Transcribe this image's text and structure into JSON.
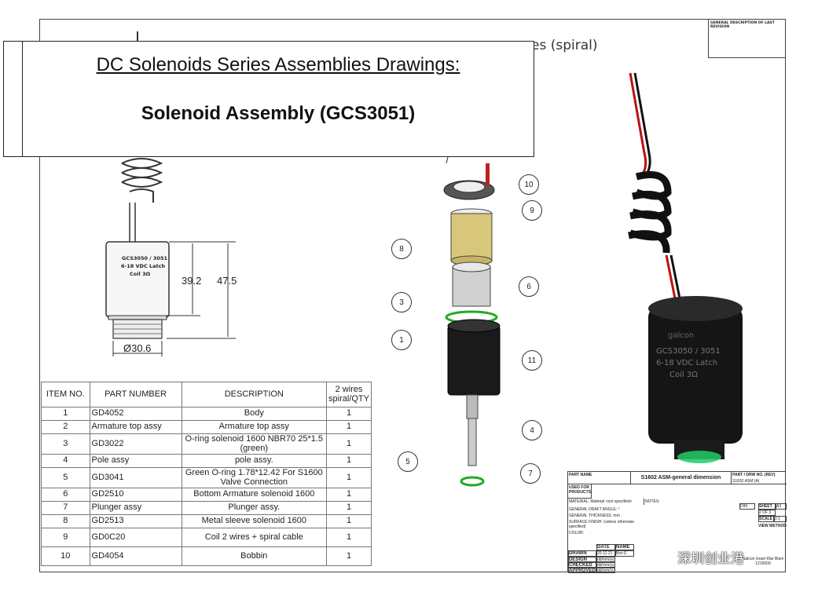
{
  "banner": {
    "line1": "DC Solenoids Series Assemblies Drawings:",
    "line2": "Solenoid Assembly (GCS3051)"
  },
  "drawing_title_partial": "es (spiral)",
  "revision_box": "GENERAL DESCRIPTION OF LAST REVISION",
  "dimensions": {
    "h1": "39.2",
    "h2": "47.5",
    "dia": "Ø30.6"
  },
  "label_lines": [
    "GCS3050 / 3051",
    "6-18 VDC Latch",
    "Coil 3Ω"
  ],
  "bom": {
    "headers": [
      "ITEM NO.",
      "PART NUMBER",
      "DESCRIPTION",
      "2 wires spiral/QTY"
    ],
    "rows": [
      {
        "item": "1",
        "pn": "GD4052",
        "desc": "Body",
        "qty": "1"
      },
      {
        "item": "2",
        "pn": "Armature top assy",
        "desc": "Armature top assy",
        "qty": "1"
      },
      {
        "item": "3",
        "pn": "GD3022",
        "desc": "O-ring solenoid 1600 NBR70 25*1.5 (green)",
        "qty": "1"
      },
      {
        "item": "4",
        "pn": "Pole assy",
        "desc": "pole assy.",
        "qty": "1"
      },
      {
        "item": "5",
        "pn": "GD3041",
        "desc": "Green O-ring 1.78*12.42 For S1600 Valve Connection",
        "qty": "1"
      },
      {
        "item": "6",
        "pn": "GD2510",
        "desc": "Bottom Armature solenoid 1600",
        "qty": "1"
      },
      {
        "item": "7",
        "pn": "Plunger assy",
        "desc": "Plunger assy.",
        "qty": "1"
      },
      {
        "item": "8",
        "pn": "GD2513",
        "desc": "Metal sleeve solenoid 1600",
        "qty": "1"
      },
      {
        "item": "9",
        "pn": "GD0C20",
        "desc": "Coil 2 wires + spiral cable",
        "qty": "1"
      },
      {
        "item": "10",
        "pn": "GD4054",
        "desc": "Bobbin",
        "qty": "1"
      }
    ]
  },
  "balloons": [
    "10",
    "9",
    "8",
    "6",
    "3",
    "1",
    "11",
    "4",
    "5",
    "7"
  ],
  "title_block": {
    "part_name_label": "PART NAME",
    "part_name": "S1602 ASM-general dimension",
    "drw_label": "PART / DRW NO. (REV)",
    "drw_no": "S1602 ASM (A)",
    "used_for": "USED FOR PRODUCTS",
    "material": "MATERIAL: Material <not specified>",
    "notes": "NOTES:",
    "draft": "GENERAL DRAFT ANGLE: °",
    "thickness": "GENERAL THICKNESS: mm",
    "surface": "SURFACE FINISH: (unless otherwise specified)",
    "color": "COLOR:",
    "date_label": "DATE",
    "name_label": "NAME",
    "drawn": "DRAWN",
    "drawn_date": "20.12.21",
    "drawn_name": "Ben E",
    "design": "DESIGN",
    "checked": "CHECKED",
    "approved": "APPROVED",
    "placeholder": "dd/mm/yy",
    "sheet_label": "SHEET",
    "sheet": "2 OF 3",
    "size": "A3",
    "scale_label": "SCALE",
    "scale": "2:1",
    "dim_label": "DIM",
    "view_label": "VIEW METHOD",
    "company": "Galcon Israel Kfar Blum 1215000"
  },
  "product_label": [
    "galcon",
    "GCS3050 / 3051",
    "6-18 VDC Latch",
    "Coil 3Ω"
  ],
  "watermark": "深圳创业港"
}
